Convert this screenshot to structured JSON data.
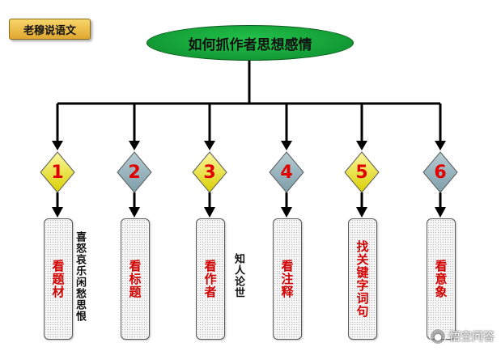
{
  "badge": "老穆说语文",
  "title": "如何抓作者思想感情",
  "steps": [
    {
      "num": "1",
      "label": "看题材",
      "note": "喜怒哀乐闲愁思恨",
      "color": "#e8e200"
    },
    {
      "num": "2",
      "label": "看标题",
      "note": "",
      "color": "#8fb0bd"
    },
    {
      "num": "3",
      "label": "看作者",
      "note": "知人论世",
      "color": "#e8e200"
    },
    {
      "num": "4",
      "label": "看注释",
      "note": "",
      "color": "#8fb0bd"
    },
    {
      "num": "5",
      "label": "找关键字词句",
      "note": "",
      "color": "#e8e200"
    },
    {
      "num": "6",
      "label": "看意象",
      "note": "",
      "color": "#8fb0bd"
    }
  ],
  "watermark": "悟空问答",
  "watermark_icon": "speech-bubble-icon"
}
